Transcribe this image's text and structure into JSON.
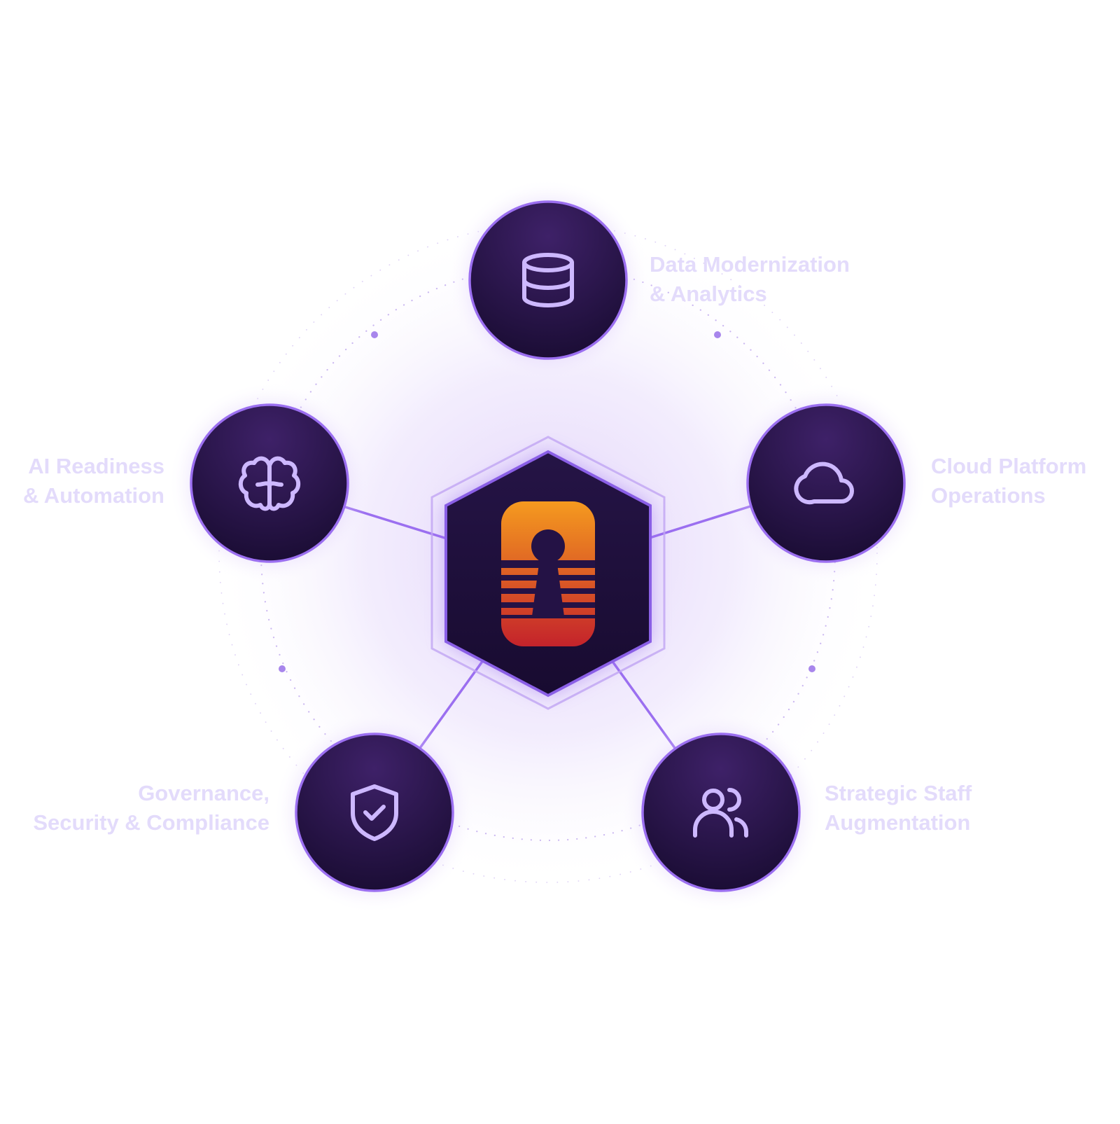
{
  "diagram": {
    "center": {
      "logo": "keyhole-logo"
    },
    "nodes": [
      {
        "id": "data",
        "icon": "database-icon",
        "label_lines": [
          "Data Modernization",
          "& Analytics"
        ]
      },
      {
        "id": "cloud",
        "icon": "cloud-icon",
        "label_lines": [
          "Cloud Platform",
          "Operations"
        ]
      },
      {
        "id": "staff",
        "icon": "users-icon",
        "label_lines": [
          "Strategic Staff",
          "Augmentation"
        ]
      },
      {
        "id": "governance",
        "icon": "shield-check-icon",
        "label_lines": [
          "Governance,",
          "Security & Compliance"
        ]
      },
      {
        "id": "ai",
        "icon": "brain-icon",
        "label_lines": [
          "AI Readiness",
          "& Automation"
        ]
      }
    ],
    "colors": {
      "node_fill_dark": "#1e1038",
      "node_fill_light": "#3c2163",
      "node_stroke": "#9b6ff0",
      "connector": "#9b6ff0",
      "icon_stroke": "#cdb8ff",
      "label_text": "#e3dbfb",
      "logo_top": "#f59a1f",
      "logo_bottom": "#c4232b",
      "halo": "#d9c8fb"
    }
  }
}
